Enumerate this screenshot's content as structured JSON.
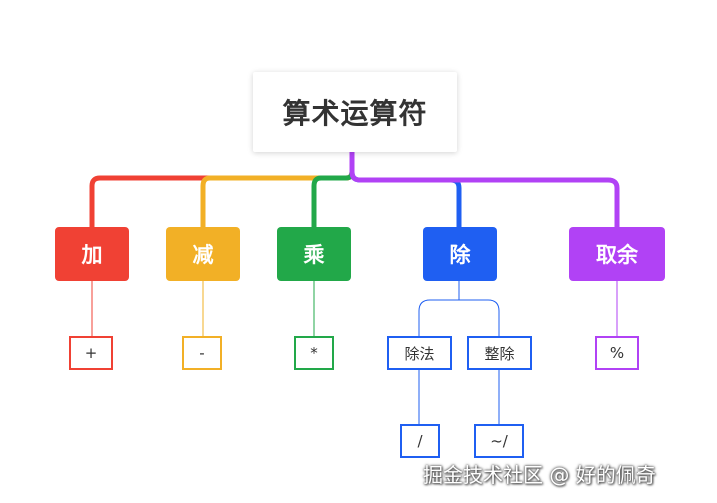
{
  "root": {
    "label": "算术运算符"
  },
  "categories": [
    {
      "label": "加",
      "color": "#F04134"
    },
    {
      "label": "减",
      "color": "#F2B026"
    },
    {
      "label": "乘",
      "color": "#22A849"
    },
    {
      "label": "除",
      "color": "#1F5FF2"
    },
    {
      "label": "取余",
      "color": "#B142F5"
    }
  ],
  "leaves": {
    "add": "+",
    "sub": "-",
    "mul": "*",
    "div_float": "除法",
    "div_int": "整除",
    "div_float_op": "/",
    "div_int_op": "~/",
    "mod": "%"
  },
  "watermark": "掘金技术社区 @ 好的佩奇"
}
